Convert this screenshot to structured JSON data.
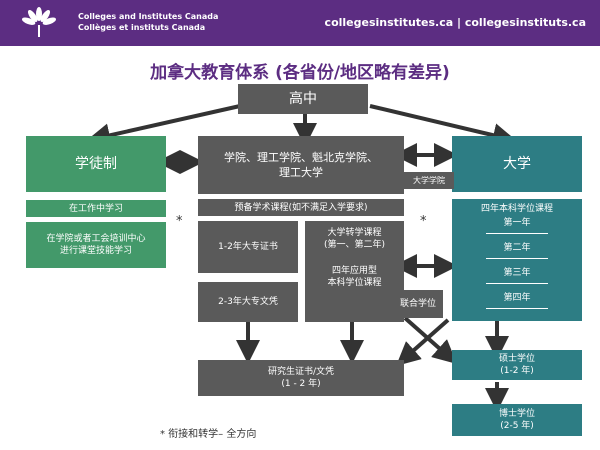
{
  "header": {
    "brand_en": "Colleges and Institutes Canada",
    "brand_fr": "Collèges et instituts Canada",
    "urls": "collegesinstitutes.ca | collegesinstituts.ca"
  },
  "title": "加拿大教育体系 (各省份/地区略有差异)",
  "nodes": {
    "high_school": "高中",
    "apprenticeship": "学徒制",
    "workplace": "在工作中学习",
    "classroom": [
      "在学院或者工会培训中心",
      "进行课堂技能学习"
    ],
    "colleges": [
      "学院、理工学院、魁北克学院、",
      "理工大学"
    ],
    "university_college": "大学学院",
    "university": "大学",
    "preparatory": "预备学术课程(如不满足入学要求)",
    "certificate": "1-2年大专证书",
    "diploma": "2-3年大专文凭",
    "transfer": [
      "大学转学课程",
      "(第一、第二年)"
    ],
    "applied_degree": [
      "四年应用型",
      "本科学位课程"
    ],
    "joint_degree": "联合学位",
    "bachelor": {
      "title": "四年本科学位课程",
      "years": [
        "第一年",
        "第二年",
        "第三年",
        "第四年"
      ]
    },
    "graduate_cert": [
      "研究生证书/文凭",
      "(1 - 2 年)"
    ],
    "masters": [
      "硕士学位",
      "(1-2 年)"
    ],
    "phd": [
      "博士学位",
      "(2-5 年)"
    ]
  },
  "star_symbol": "*",
  "footnote": "*   衔接和转学– 全方向",
  "colors": {
    "header": "#5c2d82",
    "title": "#5c2d82",
    "dark_box": "#5a5a5a",
    "apprentice": "#43996a",
    "university": "#2d7d84"
  }
}
